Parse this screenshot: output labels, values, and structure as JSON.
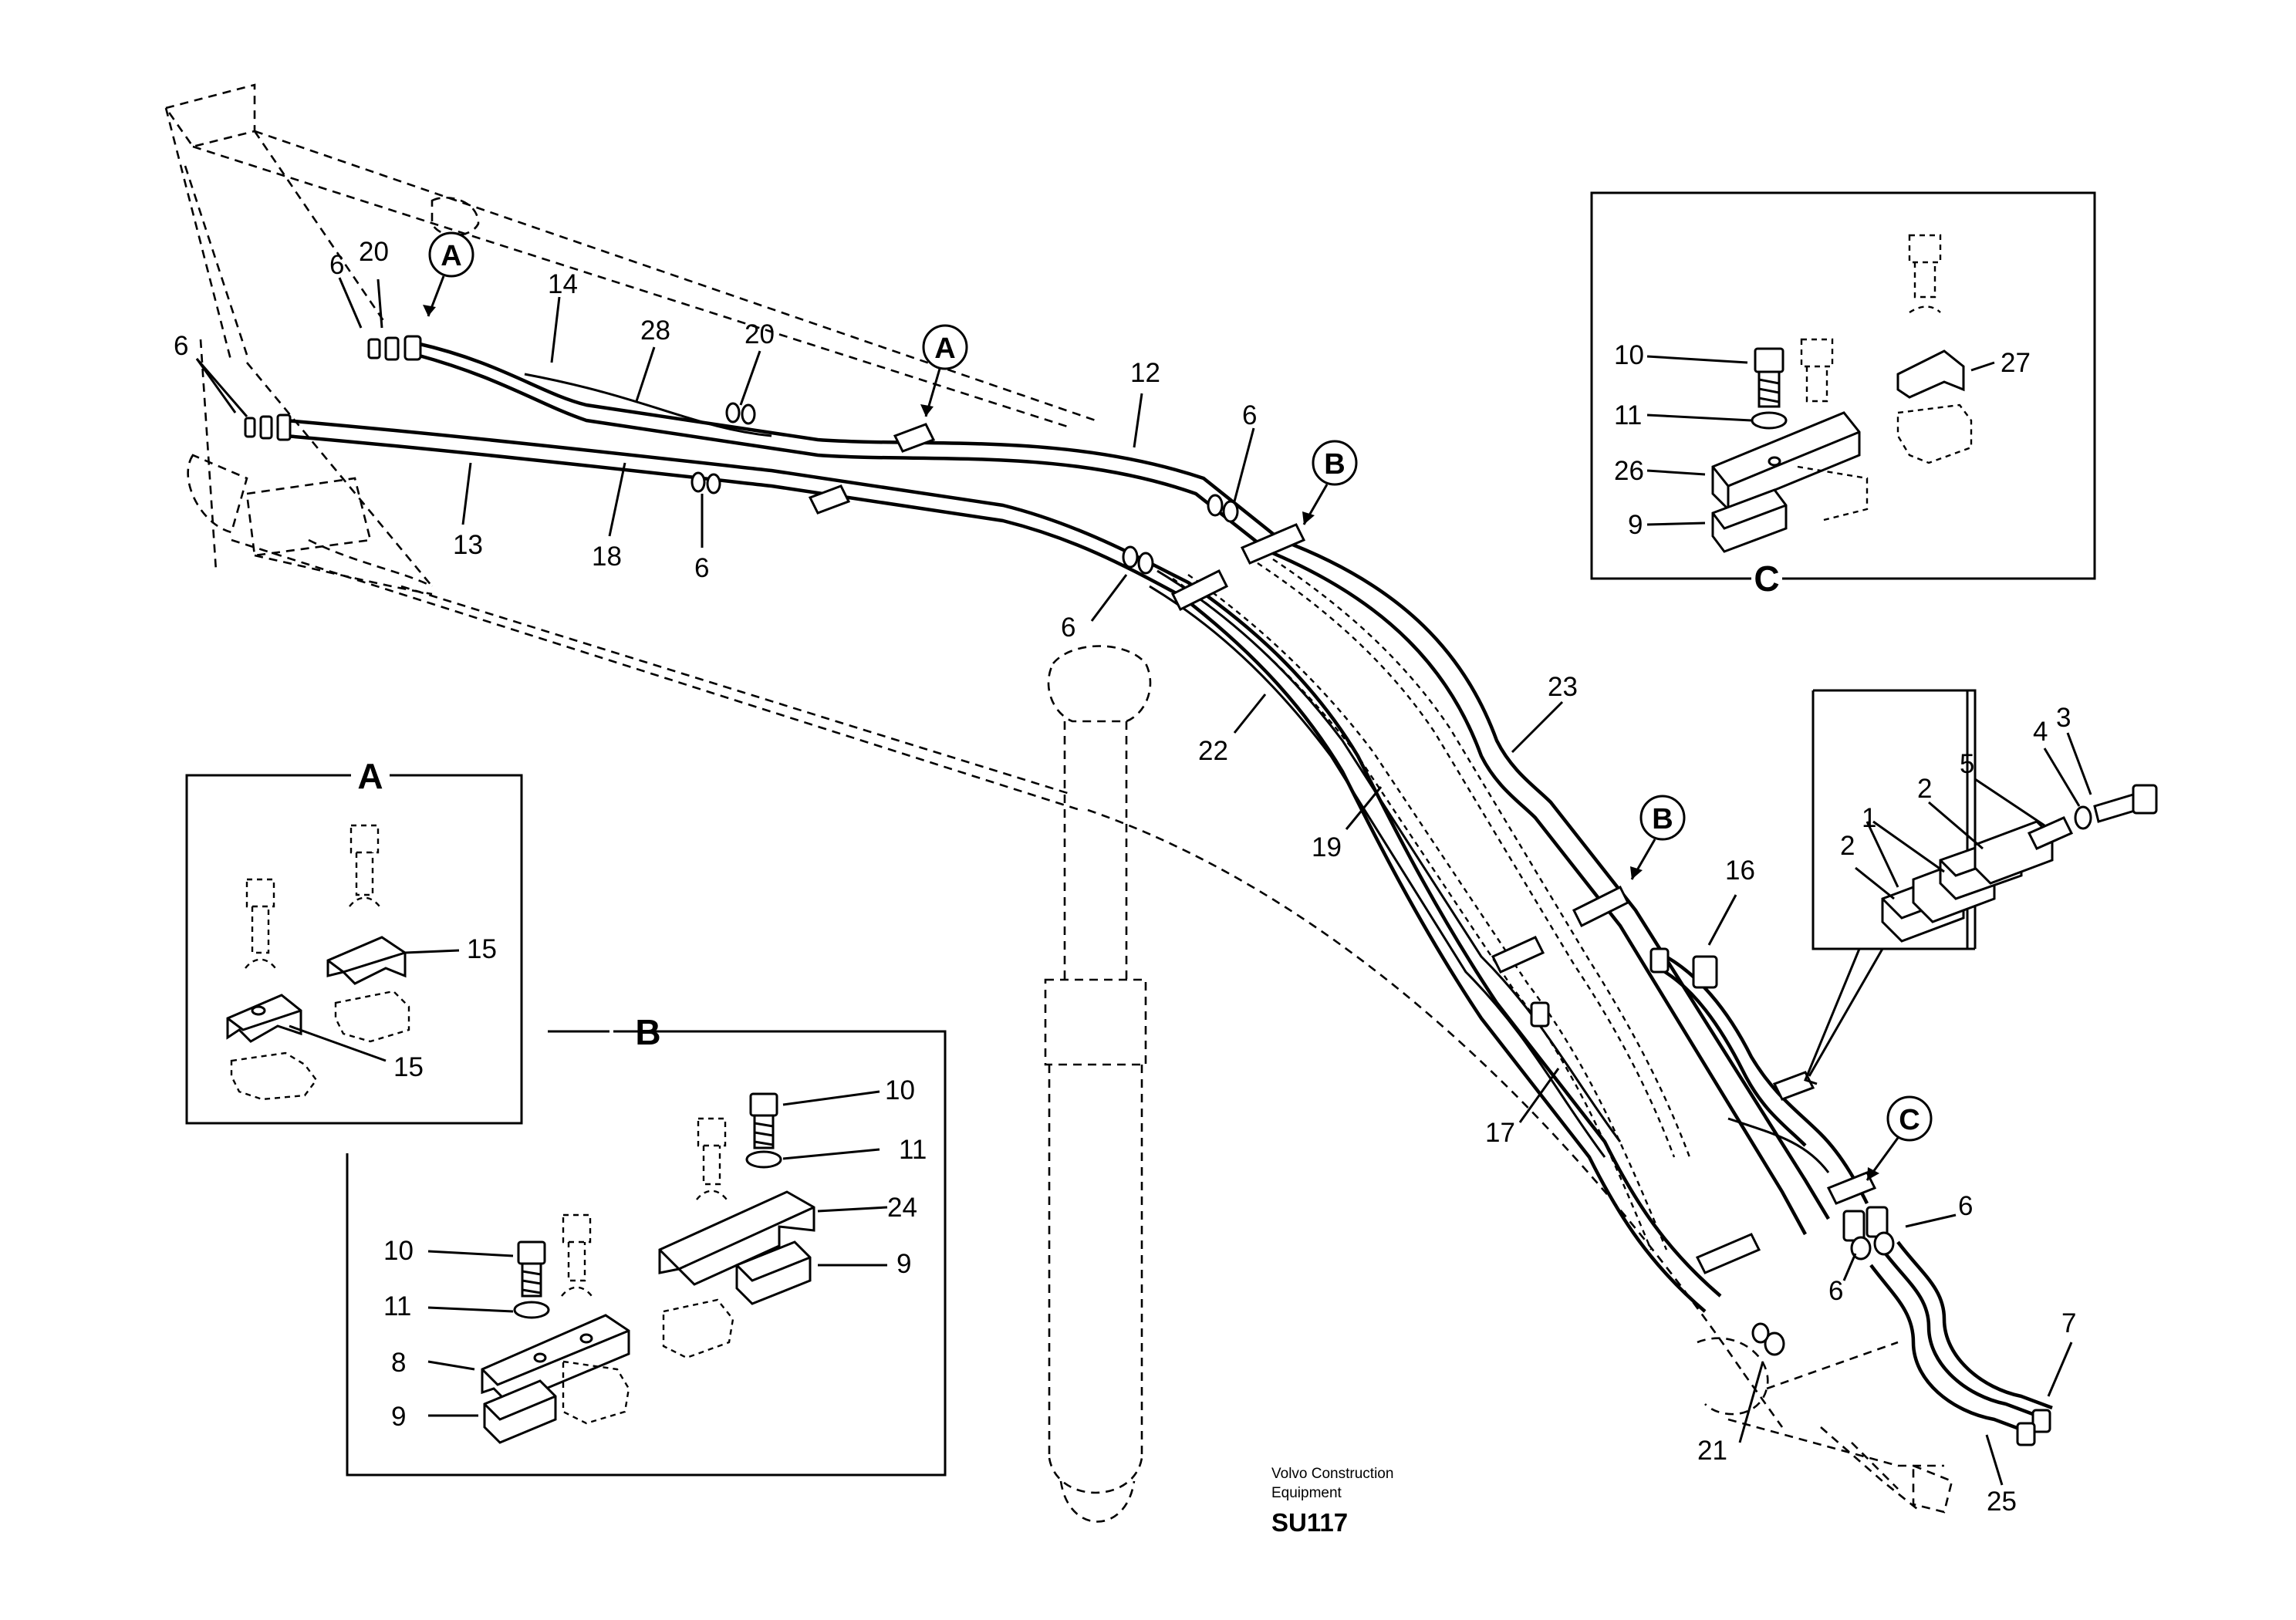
{
  "callouts": {
    "a_top1": "A",
    "a_top2": "A",
    "b_top1": "B",
    "b_mid": "B",
    "c_mid": "C"
  },
  "boxes": {
    "a": {
      "title": "A",
      "labels": {
        "n15a": "15",
        "n15b": "15"
      }
    },
    "b": {
      "title": "B",
      "labels": {
        "n10a": "10",
        "n11a": "11",
        "n24": "24",
        "n9a": "9",
        "n10b": "10",
        "n11b": "11",
        "n8": "8",
        "n9b": "9"
      }
    },
    "c": {
      "title": "C",
      "labels": {
        "n10": "10",
        "n11": "11",
        "n26": "26",
        "n9": "9",
        "n27": "27"
      }
    },
    "d": {
      "labels": {
        "n1": "1",
        "n2a": "2",
        "n2b": "2",
        "n3": "3",
        "n4": "4",
        "n5": "5"
      }
    }
  },
  "labels": {
    "n6a": "6",
    "n20a": "20",
    "n14": "14",
    "n28": "28",
    "n20b": "20",
    "n6b": "6",
    "n13": "13",
    "n18": "18",
    "n6c": "6",
    "n12": "12",
    "n6d": "6",
    "n6e": "6",
    "n22": "22",
    "n23": "23",
    "n19": "19",
    "n16": "16",
    "n17": "17",
    "n6f": "6",
    "n6g": "6",
    "n7": "7",
    "n21": "21",
    "n25": "25"
  },
  "footer": {
    "company_line1": "Volvo Construction",
    "company_line2": "Equipment",
    "code": "SU117"
  }
}
